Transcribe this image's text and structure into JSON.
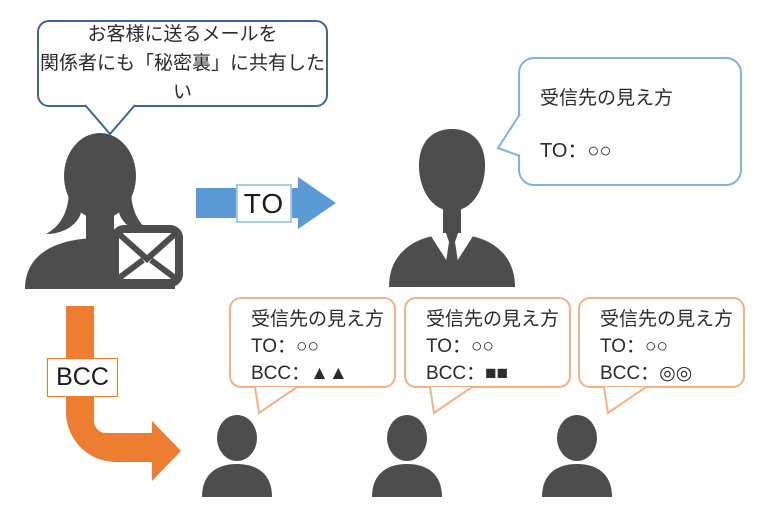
{
  "diagram_title": "TO / BCC email visibility diagram",
  "colors": {
    "person_silhouette": "#4d4d4d",
    "to_arrow_blue": "#5b9bd5",
    "sender_bubble_border": "#3e639e",
    "to_bubble_border": "#7fb2e8",
    "to_box_border": "#a9cbe9",
    "bcc_arrow_orange": "#ed7d31",
    "bcc_bubble_border": "#f4b183",
    "text": "#2b2b2b"
  },
  "icons": {
    "sender": "female-person-silhouette-icon",
    "envelope": "envelope-icon",
    "to_recipient": "businessman-silhouette-icon",
    "bcc_recipients": "person-silhouette-icon",
    "to_arrow": "right-arrow-icon",
    "bcc_arrow": "down-right-curved-arrow-icon"
  },
  "sender_bubble": {
    "line1": "お客様に送るメールを",
    "line2": "関係者にも「秘密裏」に共有したい"
  },
  "to_arrow": {
    "label": "TO"
  },
  "bcc_arrow": {
    "label": "BCC"
  },
  "to_recipient_bubble": {
    "title": "受信先の見え方",
    "line_to": "TO：○○"
  },
  "bcc_recipient_bubbles": [
    {
      "title": "受信先の見え方",
      "line_to": "TO：○○",
      "line_bcc": "BCC：▲▲"
    },
    {
      "title": "受信先の見え方",
      "line_to": "TO：○○",
      "line_bcc": "BCC：■■"
    },
    {
      "title": "受信先の見え方",
      "line_to": "TO：○○",
      "line_bcc": "BCC：◎◎"
    }
  ]
}
